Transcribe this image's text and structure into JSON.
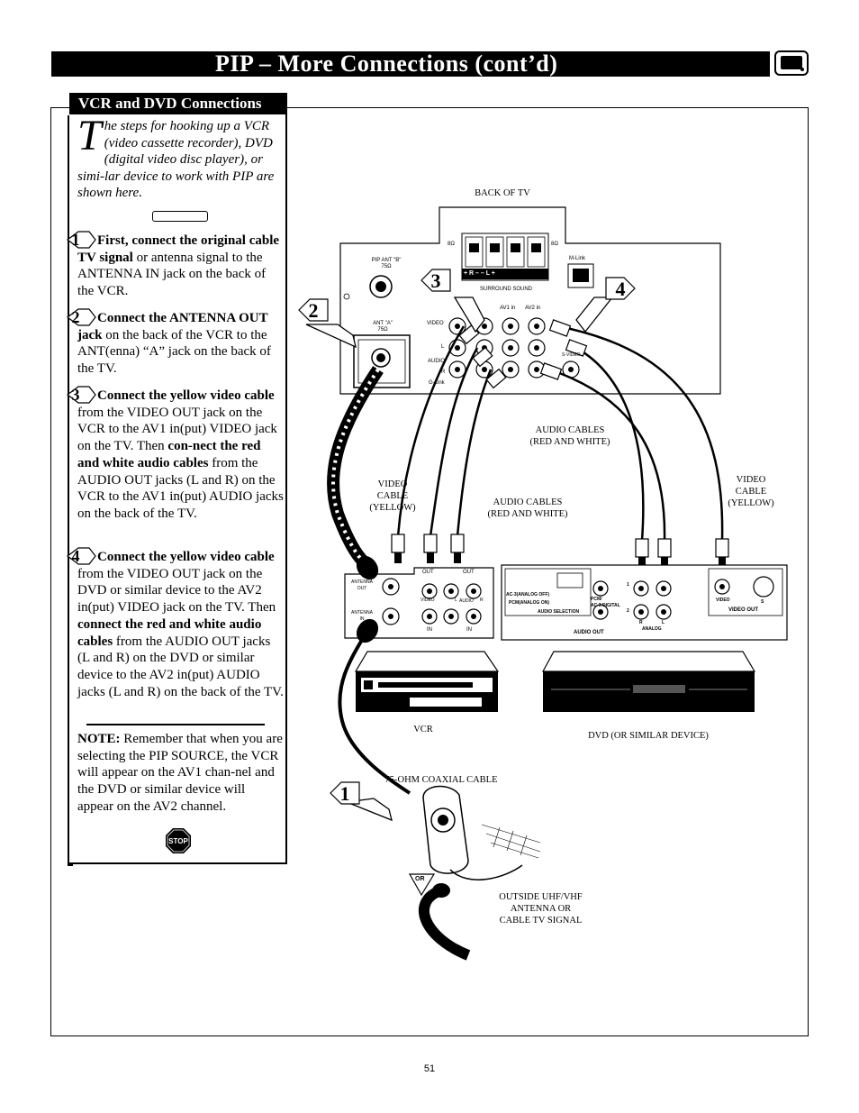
{
  "title": "PIP – More Connections (cont’d)",
  "side_panel": {
    "header": "VCR and DVD Connections",
    "intro_drop_cap": "T",
    "intro_text": "he steps for hooking up a VCR (video cassette recorder), DVD (digital video disc player), or simi-lar device to work with PIP are shown here.",
    "steps": [
      {
        "number": "1",
        "bold": "First, connect the original cable TV signal",
        "text": " or antenna signal to the ANTENNA IN jack on the back of the VCR."
      },
      {
        "number": "2",
        "bold": "Connect the ANTENNA OUT jack",
        "text": " on the back of the VCR to the ANT(enna) “A” jack on the back of the TV."
      },
      {
        "number": "3",
        "bold": "Connect the yellow video cable",
        "text": " from the VIDEO OUT jack on the VCR to the AV1 in(put) VIDEO jack on the TV.  Then ",
        "bold2": "con-nect the red and white audio cables",
        "text2": " from the AUDIO OUT jacks (L and R) on the VCR to the AV1 in(put) AUDIO jacks on the back of the TV."
      },
      {
        "number": "4",
        "bold": "Connect the yellow video cable",
        "text": " from the VIDEO OUT jack on the DVD or similar device to the AV2 in(put) VIDEO jack on the TV.  Then ",
        "bold2": "connect the red and white audio cables",
        "text2": " from the AUDIO OUT jacks (L and R) on the DVD or similar device to the AV2 in(put) AUDIO jacks (L and R) on the back of the TV."
      }
    ],
    "note_label": "NOTE:",
    "note_text": " Remember that when you are selecting the PIP SOURCE, the VCR will appear on the AV1 chan-nel and the DVD or similar device will appear on the AV2 channel.",
    "stop_text": "STOP"
  },
  "diagram": {
    "back_of_tv": "BACK OF TV",
    "pip_ant_b": "PIP ANT \"B\"",
    "pip_ant_b_ohms": "75Ω",
    "ant_a": "ANT \"A\"",
    "ant_a_ohms": "75Ω",
    "surround_sound": "SURROUND SOUND",
    "speaker_polarity": "+  R  –      –  L  +",
    "ohm_left": "8Ω",
    "ohm_right": "8Ω",
    "m_link": "M-Link",
    "av1_in": "AV1 in",
    "av2_in": "AV2 in",
    "tv_video": "VIDEO",
    "tv_l": "L",
    "tv_audio": "AUDIO",
    "tv_r": "R",
    "tv_glink": "G-Link",
    "tv_svideo": "S-VIDEO",
    "callouts": [
      "1",
      "2",
      "3",
      "4"
    ],
    "audio_cables_top": "AUDIO CABLES\n(RED AND WHITE)",
    "video_cable_left": "VIDEO\nCABLE\n(YELLOW)",
    "audio_cables_mid": "AUDIO CABLES\n(RED AND WHITE)",
    "video_cable_right": "VIDEO\nCABLE\n(YELLOW)",
    "vcr_antenna_out": "ANTENNA\nOUT",
    "vcr_antenna_in": "ANTENNA\nIN",
    "vcr_out1": "OUT",
    "vcr_out2": "OUT",
    "vcr_video": "VIDEO",
    "vcr_l": "L",
    "vcr_audio": "AUDIO",
    "vcr_r": "R",
    "vcr_in1": "IN",
    "vcr_in2": "IN",
    "dvd_ac3_off": "AC-3(ANALOG OFF)",
    "dvd_pcm_on": "PCM(ANALOG ON)",
    "dvd_audio_selection": "AUDIO SELECTION",
    "dvd_pcm_digital": "PCM/\nAC-3 DIGITAL",
    "dvd_one": "1",
    "dvd_two": "2",
    "dvd_r": "R",
    "dvd_l": "L",
    "dvd_analog": "ANALOG",
    "dvd_audio_out": "Audio out",
    "dvd_video": "VIDEO",
    "dvd_s": "S",
    "dvd_video_out": "VIDEO OUT",
    "vcr_label": "VCR",
    "dvd_label": "DVD (OR SIMILAR DEVICE)",
    "coax_label": "75-OHM COAXIAL CABLE",
    "or_label": "OR",
    "outside_signal": "OUTSIDE UHF/VHF\nANTENNA OR\nCABLE TV SIGNAL"
  },
  "page_number": "51"
}
